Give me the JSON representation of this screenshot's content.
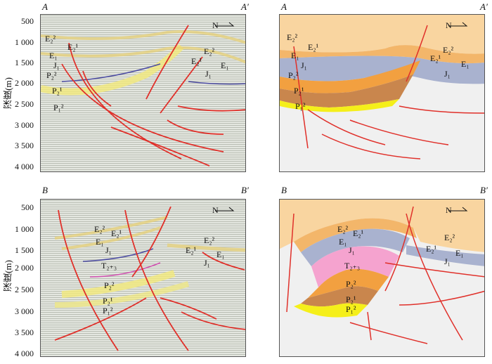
{
  "axis": {
    "label": "深度(m)",
    "ticks": [
      "500",
      "1 000",
      "1 500",
      "2 000",
      "2 500",
      "3 000",
      "3 500",
      "4 000"
    ]
  },
  "north": "N",
  "top": {
    "left": "A",
    "right": "A′",
    "seismic_labels": [
      "E₂²",
      "E₂¹",
      "E₁",
      "J₁",
      "P₂²",
      "P₂¹",
      "P₁²",
      "E₂²",
      "E₂¹",
      "E₁",
      "J₁"
    ],
    "model_labels": [
      "E₂²",
      "E₂¹",
      "E₁",
      "J₁",
      "P₂²",
      "P₂¹",
      "P₁²",
      "E₂²",
      "E₂¹",
      "E₁",
      "J₁"
    ]
  },
  "bottom": {
    "left": "B",
    "right": "B′",
    "seismic_labels": [
      "E₂²",
      "E₂¹",
      "E₁",
      "J₁",
      "T₂₊₃",
      "P₂²",
      "P₂¹",
      "P₁²",
      "E₂¹",
      "E₂²",
      "E₁",
      "J₁"
    ],
    "model_labels": [
      "E₂²",
      "E₂¹",
      "E₁",
      "J₁",
      "T₂₊₃",
      "P₂²",
      "P₂¹",
      "P₁²",
      "E₂¹",
      "E₂²",
      "E₁",
      "J₁"
    ]
  },
  "colors": {
    "paleogene": "#f9d5a0",
    "e1": "#f3b66a",
    "jurassic": "#a9b2cf",
    "triassic": "#f5a3cf",
    "p22": "#f2a040",
    "p21": "#c9864d",
    "p12": "#f5ef1a",
    "basement": "#f0f0f0",
    "fault": "#e0302a"
  }
}
